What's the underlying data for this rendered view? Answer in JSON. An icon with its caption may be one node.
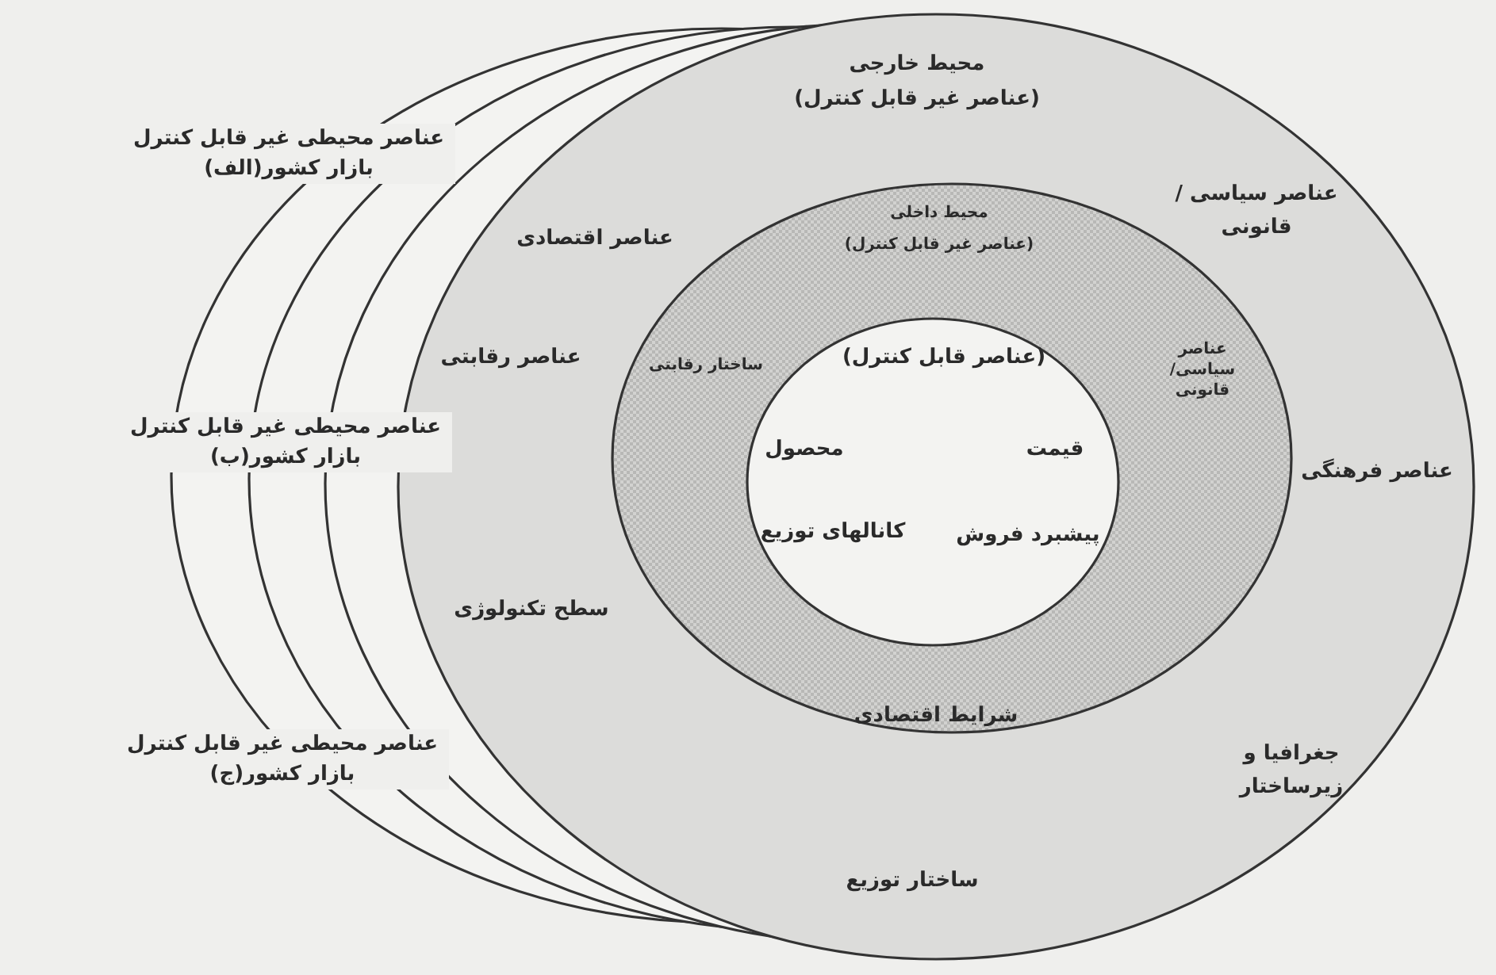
{
  "diagram": {
    "nodes": [
      {
        "text": [
          "محیط خارجی",
          "(عناصر غیر قابل کنترل)",
          "عناصر سیاسی / قانونی",
          "عناصر اقتصادی",
          "عناصر رقابتی",
          "عناصر فرهنگی",
          "سطح تکنولوژی",
          "جغرافیا و زیرساختار",
          "ساختار توزیع"
        ]
      },
      {
        "text": [
          "محیط داخلی",
          "(عناصر غیر قابل کنترل)",
          "عناصر سیاسی/ قانونی",
          "ساختار رقابتی",
          "شرایط اقتصادی"
        ],
        "in": 0
      },
      {
        "text": [
          "(عناصر قابل کنترل)",
          "قیمت",
          "محصول",
          "پیشبرد فروش",
          "کانالهای توزیع"
        ],
        "in": 1
      }
    ],
    "labels": [
      "عناصر محیطی غیر قابل کنترل بازار کشور(الف)",
      "عناصر محیطی غیر قابل کنترل بازار کشور(ب)",
      "عناصر محیطی غیر قابل کنترل بازار کشور(ج)"
    ]
  }
}
